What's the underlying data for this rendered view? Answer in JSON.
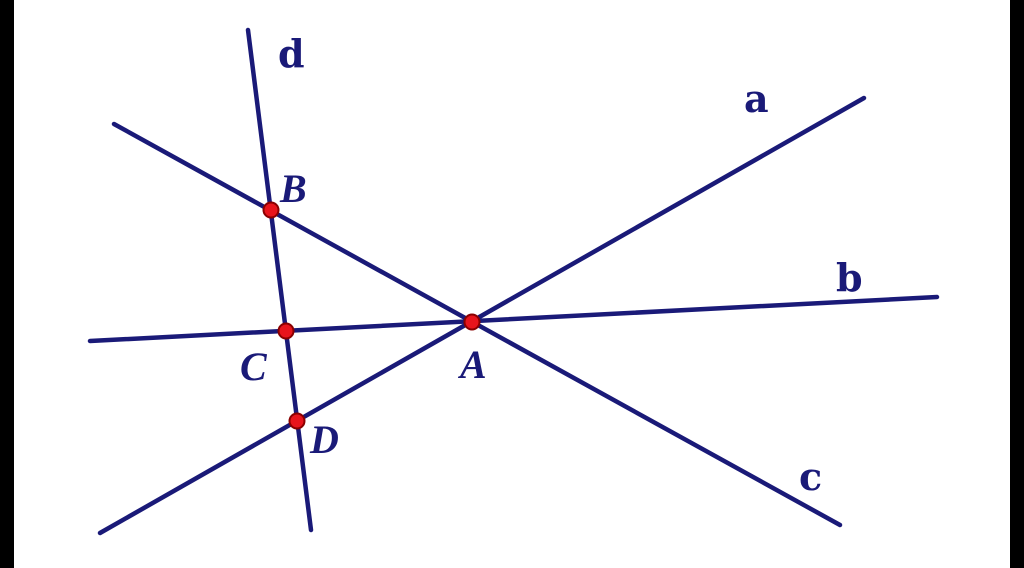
{
  "colors": {
    "line": "#1a1a78",
    "point_fill": "#e8141c",
    "point_stroke": "#8a0000",
    "label": "#1a1a78",
    "background": "#ffffff",
    "frame": "#000000"
  },
  "lines": {
    "a": {
      "label": "a"
    },
    "b": {
      "label": "b"
    },
    "c": {
      "label": "c"
    },
    "d": {
      "label": "d"
    }
  },
  "points": {
    "A": {
      "label": "A"
    },
    "B": {
      "label": "B"
    },
    "C": {
      "label": "C"
    },
    "D": {
      "label": "D"
    }
  }
}
